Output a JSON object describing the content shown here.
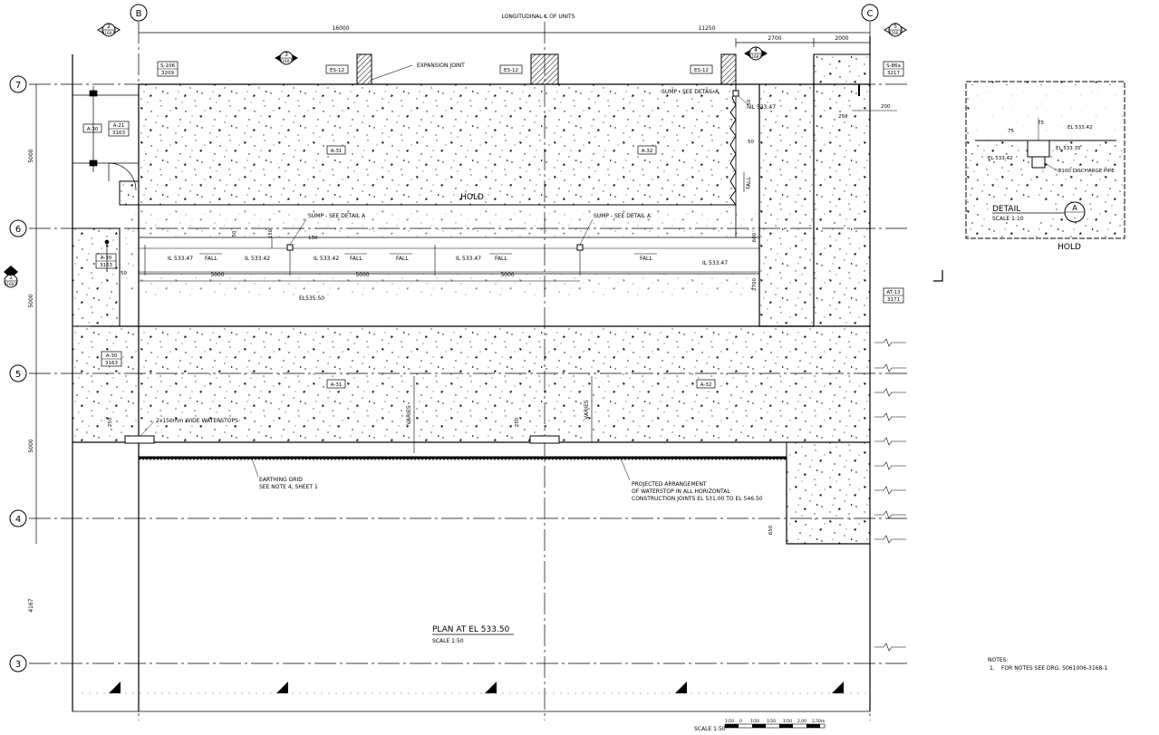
{
  "grid": {
    "cols": [
      "B",
      "C"
    ],
    "rows": [
      "7",
      "6",
      "5",
      "4",
      "3"
    ],
    "col_refs": {
      "left": {
        "num": "2",
        "sheet": "3168-1"
      },
      "right": {
        "num": "5",
        "sheet": "3168-1"
      }
    },
    "top_marker": {
      "num": "3",
      "sheet": "3168-1"
    },
    "top_marker2": {
      "num": "4",
      "sheet": "3168-1"
    },
    "left_section": {
      "num": "1",
      "sheet": "3168-1"
    }
  },
  "dims": {
    "top_left": "16000",
    "top_right": "11250",
    "top_2700": "2700",
    "top_2000": "2000",
    "longitudinal": "LONGITUDINAL ℄ OF UNITS",
    "left_5000a": "5000",
    "left_5000b": "5000",
    "left_5000c": "5000",
    "left_4167": "4167",
    "bot_5000a": "5000",
    "bot_5000b": "5000",
    "bot_5000c": "5000",
    "d150a": "150",
    "d150b": "150",
    "d50a": "50",
    "d50b": "50",
    "d250a": "250",
    "d250b": "250",
    "d250c": "250",
    "d250d": "250",
    "d200": "200",
    "d600": "600",
    "d650": "650",
    "d2700v": "2700",
    "d150c": "150",
    "d50c": "50"
  },
  "tags": {
    "t1": {
      "top": "S-106",
      "bot": "3209"
    },
    "t2": {
      "top": "S-86a",
      "bot": "3217"
    },
    "t3": {
      "top": "A-21",
      "bot": "3163"
    },
    "t4": {
      "top": "A-30",
      "bot": "3163"
    },
    "t5": {
      "top": "A-30",
      "bot": "3163"
    },
    "t6": {
      "top": "A-30",
      "bot": "3163"
    },
    "t7": {
      "top": "AT-13",
      "bot": "3171"
    },
    "ej1": "ES-12",
    "ej2": "ES-12",
    "ej3": "ES-12",
    "a31a": "A-31",
    "a32a": "A-32",
    "a31b": "A-31",
    "a32b": "A-32"
  },
  "labels": {
    "expansion_joint": "EXPANSION JOINT",
    "sump_top": "SUMP - SEE DETAIL A",
    "sump_left": "SUMP - SEE DETAIL A",
    "sump_mid": "SUMP - SEE DETAIL A",
    "il_top": "IL 533.47",
    "il_1": "IL 533.47",
    "il_2": "IL 533.42",
    "il_3": "IL 533.42",
    "il_4": "IL 533.47",
    "il_5": "IL 533.47",
    "fall_1": "FALL",
    "fall_2": "FALL",
    "fall_3": "FALL",
    "fall_4": "FALL",
    "fall_5": "FALL",
    "fall_v": "FALL",
    "hold": "HOLD",
    "el_535": "EL535.50",
    "waterstops": "2x150mm WIDE WATERSTOPS",
    "varies_1": "VARIES",
    "varies_2": "VARIES",
    "earthing_1": "EARTHING GRID",
    "earthing_2": "SEE NOTE 4, SHEET 1",
    "projected_1": "PROJECTED ARRANGEMENT",
    "projected_2": "OF WATERSTOP IN ALL HORIZONTAL",
    "projected_3": "CONSTRUCTION JOINTS EL 531.00 TO EL 546.50",
    "plan_title": "PLAN AT EL 533.50",
    "plan_scale": "SCALE 1:50"
  },
  "detail": {
    "title": "DETAIL",
    "scale": "SCALE 1:10",
    "marker_top": "A",
    "marker_bot": "-",
    "hold": "HOLD",
    "d75a": "75",
    "d75b": "75",
    "el1": "EL 533.42",
    "el2": "EL 533.35",
    "el3": "EL 533.42",
    "pipe": "Φ100 DISCHARGE PIPE"
  },
  "notes": {
    "title": "NOTES:",
    "line1_num": "1.",
    "line1": "FOR NOTES SEE DRG. S061006-3168-1"
  },
  "scalebar": {
    "label": "SCALE 1:50",
    "ticks": [
      "1\\50",
      "0",
      "1\\50",
      "1\\50",
      "1\\50",
      "2,00",
      "2,50m"
    ]
  },
  "colors": {
    "ink": "#000000",
    "paper": "#ffffff"
  }
}
